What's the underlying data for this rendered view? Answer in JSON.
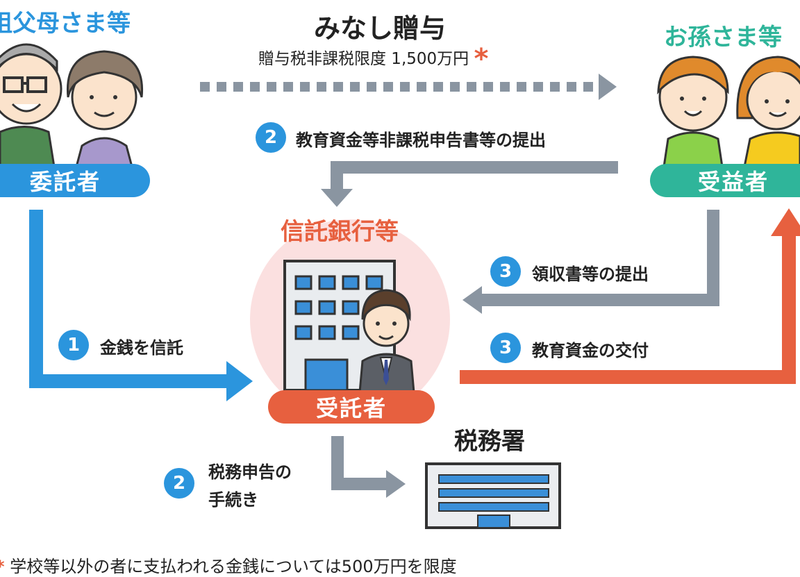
{
  "grandparents": {
    "title": "祖父母さま等",
    "role": "委託者"
  },
  "grandchildren": {
    "title": "お孫さま等",
    "role": "受益者"
  },
  "gift": {
    "title": "みなし贈与",
    "subtitle": "贈与税非課税限度 1,500万円",
    "mark": "*"
  },
  "bank": {
    "title": "信託銀行等",
    "role": "受託者"
  },
  "tax_office": {
    "title": "税務署"
  },
  "steps": [
    {
      "num": "1",
      "label": "金銭を信託"
    },
    {
      "num": "2",
      "label": "教育資金等非課税申告書等の提出"
    },
    {
      "num": "3",
      "label": "領収書等の提出"
    },
    {
      "num": "3",
      "label": "教育資金の交付"
    },
    {
      "num": "2",
      "label_line1": "税務申告の",
      "label_line2": "手続き"
    }
  ],
  "footnote": {
    "mark": "*",
    "text": "学校等以外の者に支払われる金銭については500万円を限度"
  },
  "colors": {
    "blue": "#2b95dd",
    "teal": "#2fb59a",
    "orange": "#e7603f",
    "gray": "#8a95a1",
    "dark": "#222222"
  }
}
